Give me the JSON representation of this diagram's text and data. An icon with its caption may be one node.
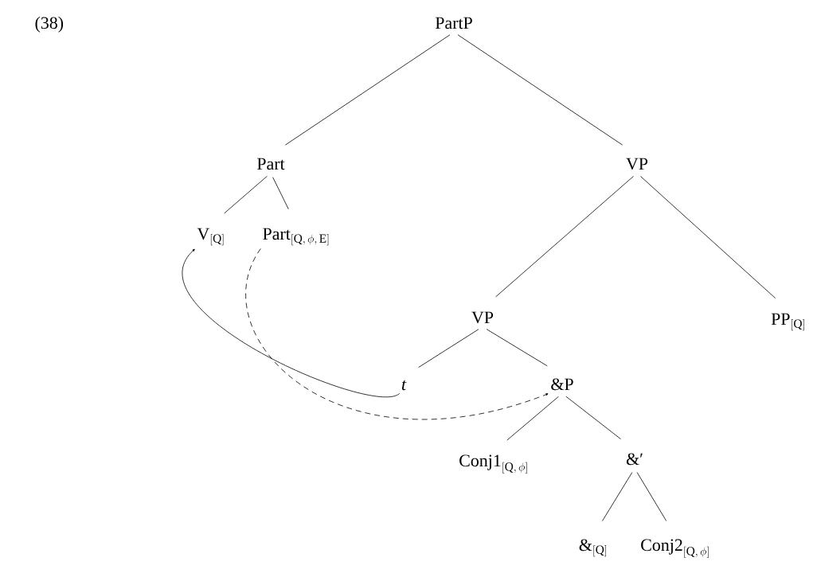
{
  "diagram": {
    "nodes": [
      {
        "text": [
          "PartP"
        ]
      },
      {
        "text": [
          "Part"
        ]
      },
      {
        "text": [
          "VP"
        ]
      },
      {
        "text": [
          "\\mathrm{V}_{[\\mathrm{Q}]}"
        ]
      },
      {
        "text": [
          "\\mathrm{Part}_{[\\mathrm{Q},\\, \\phi,\\, \\mathrm{E}]}"
        ]
      },
      {
        "text": [
          "VP"
        ]
      },
      {
        "text": [
          "\\mathrm{PP}_{[\\mathrm{Q}]}"
        ]
      },
      {
        "text": [
          "t"
        ]
      },
      {
        "text": [
          "&P"
        ]
      },
      {
        "text": [
          "\\mathrm{Conj1}_{[\\mathrm{Q},\\, \\phi]}"
        ]
      },
      {
        "text": [
          "&′"
        ]
      },
      {
        "text": [
          "\\mathrm{\\&}_{[\\mathrm{Q}]}"
        ]
      },
      {
        "text": [
          "\\mathrm{Conj2}_{[\\mathrm{Q},\\, \\phi]}"
        ]
      }
    ],
    "edges": [
      {
        "from": 0,
        "to": 1,
        "arrow": "none"
      },
      {
        "from": 0,
        "to": 2,
        "arrow": "none"
      },
      {
        "from": 1,
        "to": 3,
        "arrow": "none"
      },
      {
        "from": 1,
        "to": 4,
        "arrow": "none"
      },
      {
        "from": 2,
        "to": 5,
        "arrow": "none"
      },
      {
        "from": 2,
        "to": 6,
        "arrow": "none"
      },
      {
        "from": 5,
        "to": 7,
        "arrow": "none"
      },
      {
        "from": 5,
        "to": 8,
        "arrow": "none"
      },
      {
        "from": 8,
        "to": 9,
        "arrow": "none"
      },
      {
        "from": 8,
        "to": 10,
        "arrow": "none"
      },
      {
        "from": 10,
        "to": 11,
        "arrow": "none"
      },
      {
        "from": 10,
        "to": 12,
        "arrow": "none"
      },
      {
        "from": 7,
        "to": 3,
        "arrow": "to"
      },
      {
        "from": 4,
        "to": 8,
        "arrow": "to",
        "style": "dashed"
      }
    ],
    "labels": [
      "(38)"
    ]
  }
}
